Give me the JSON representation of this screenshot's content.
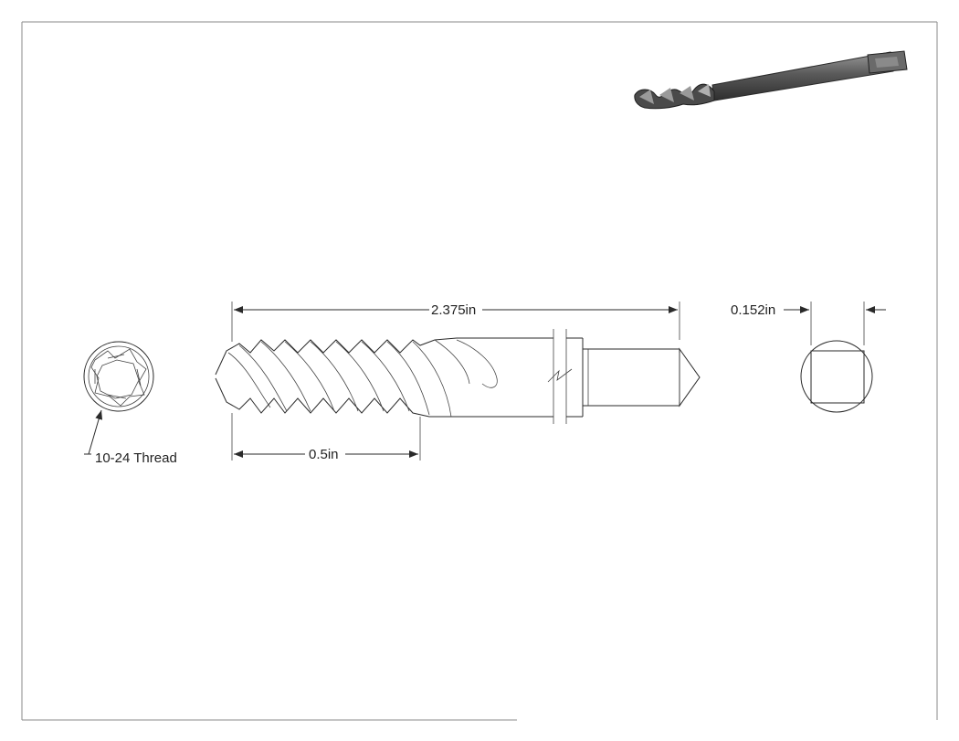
{
  "dimensions": {
    "overall_length": "2.375in",
    "thread_length": "0.5in",
    "square_width": "0.152in"
  },
  "callouts": {
    "thread_note": "10-24 Thread"
  },
  "colors": {
    "line": "#2a2a2a",
    "frame": "#8a8a8a",
    "render_dark": "#3a3a3a",
    "render_light": "#9a9a9a"
  }
}
